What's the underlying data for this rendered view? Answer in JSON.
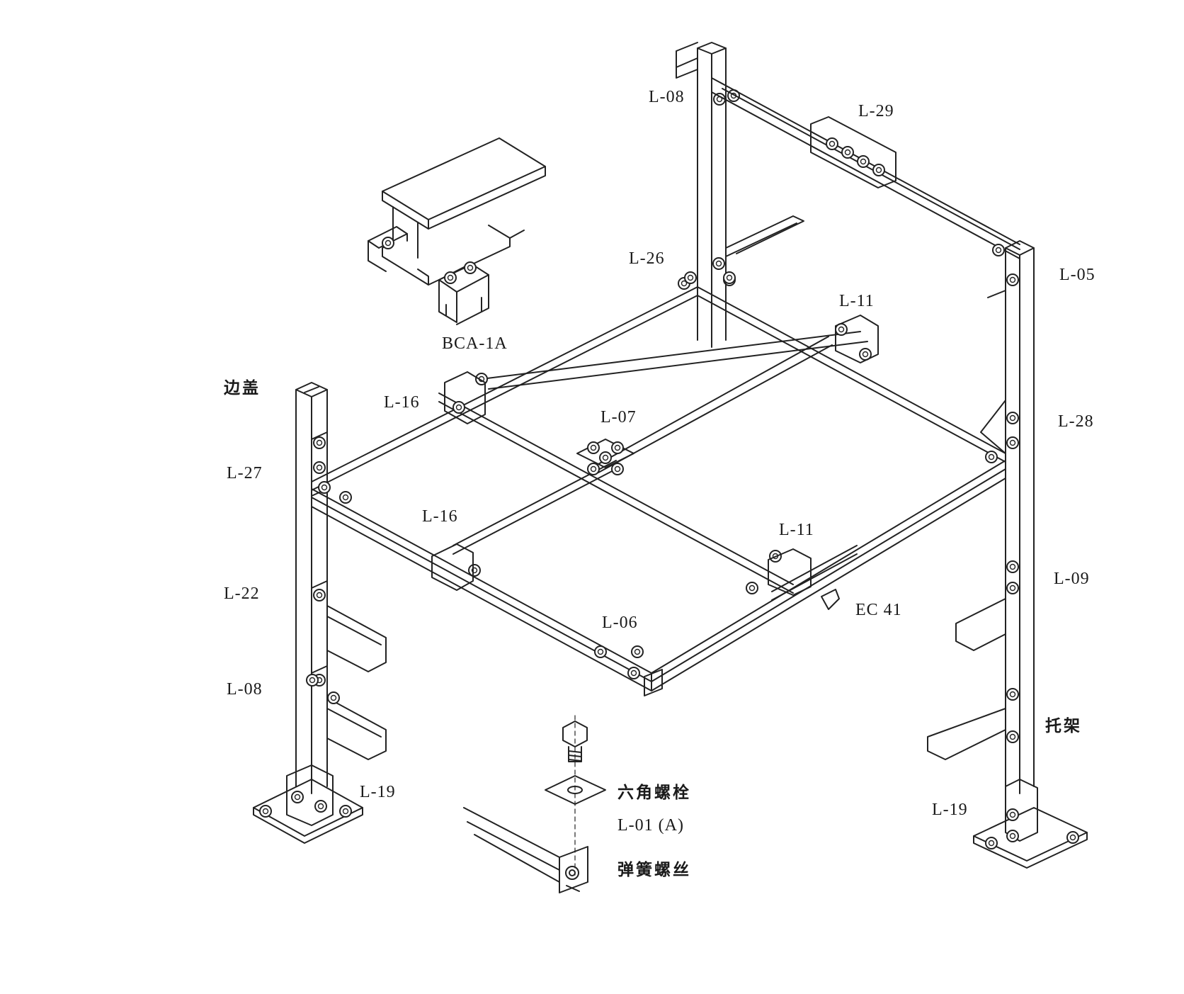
{
  "labels": {
    "bca": "BCA-1A",
    "bian_gai": "边盖",
    "l27": "L-27",
    "l22": "L-22",
    "l08_left": "L-08",
    "l19_left": "L-19",
    "l16_top": "L-16",
    "l16_mid": "L-16",
    "l07": "L-07",
    "l06": "L-06",
    "l26": "L-26",
    "l11_top": "L-11",
    "l11_mid": "L-11",
    "ec41": "EC 41",
    "l08_top": "L-08",
    "l29": "L-29",
    "l05": "L-05",
    "l28": "L-28",
    "l09": "L-09",
    "tuo_jia": "托架",
    "l19_right": "L-19",
    "hex_bolt": "六角螺栓",
    "l01a": "L-01 (A)",
    "spring_nut": "弹簧螺丝"
  },
  "colors": {
    "line": "#222222",
    "fill": "#ffffff"
  }
}
